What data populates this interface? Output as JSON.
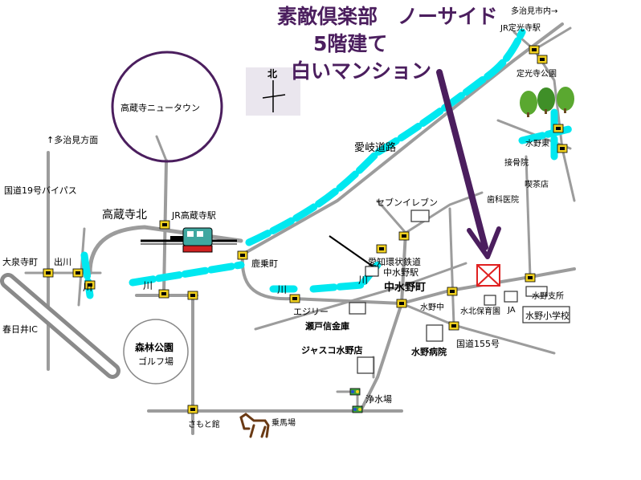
{
  "title": {
    "line1": "素敵倶楽部　ノーサイド",
    "line2": "5階建て",
    "line3": "白いマンション"
  },
  "compass": {
    "north": "北"
  },
  "colors": {
    "title": "#4b1e5e",
    "river": "#00e8f0",
    "road": "#9c9c9c",
    "arrow": "#4b1e5e",
    "marker": "#e02020",
    "railway": "#000000"
  },
  "places": {
    "newtown": "高蔵寺ニュータウン",
    "park": "森林公園",
    "golf": "ゴルフ場",
    "kozoji_kita": "高蔵寺北",
    "jr_kozoji": "JR高蔵寺駅",
    "ai_road": "愛岐道路",
    "seven": "セブンイレブン",
    "aikan": "愛知環状鉄道",
    "naka_station": "中水野駅",
    "nakamizuno": "中水野町",
    "kashimi": "鹿乗町",
    "egiri": "エジリー",
    "seto_bank": "瀬戸信金庫",
    "jusco": "ジャスコ水野店",
    "mizuno_hospital": "水野病院",
    "route155": "国道155号",
    "mizuno_naka": "水野中",
    "suihoku": "水北保育園",
    "ja": "JA",
    "mizuno_branch": "水野支所",
    "mizuno_elem": "水野小学校",
    "bone": "接骨院",
    "cafe": "喫茶店",
    "dental": "歯科医院",
    "mizuno_east": "水野東",
    "jokoji_park": "定光寺公園",
    "jr_jokoji": "JR定光寺駅",
    "tajimi_city": "多治見市内→",
    "tajimi_dir": "↑多治見方面",
    "route19": "国道19号バイパス",
    "oizumi": "大泉寺町",
    "degawa": "出川",
    "kawa1": "川",
    "kawa2": "川",
    "kawa3": "川",
    "kawa4": "川",
    "kasugai_ic": "春日井IC",
    "jousui": "浄水場",
    "samoto": "さもと館",
    "jouba": "乗馬場"
  }
}
